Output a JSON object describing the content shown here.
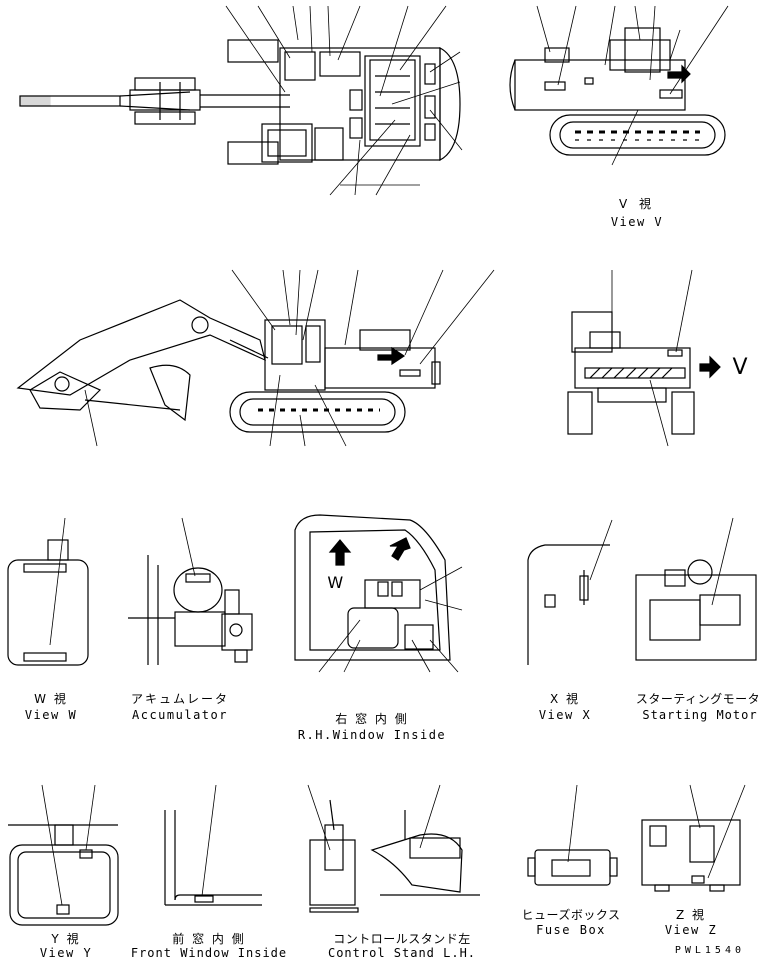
{
  "views": {
    "view_v": {
      "jp": "V 視",
      "en": "View V"
    },
    "marker_v": "V",
    "view_w": {
      "jp": "W 視",
      "en": "View W",
      "letter": "W"
    },
    "accumulator": {
      "jp": "アキュムレータ",
      "en": "Accumulator"
    },
    "rh_window": {
      "jp": "右 窓 内 側",
      "en": "R.H.Window Inside"
    },
    "view_x": {
      "jp": "X 視",
      "en": "View X"
    },
    "starting_motor": {
      "jp": "スターティングモータ",
      "en": "Starting Motor"
    },
    "view_y": {
      "jp": "Y 視",
      "en": "View Y"
    },
    "front_window": {
      "jp": "前 窓 内 側",
      "en": "Front Window Inside"
    },
    "control_stand": {
      "jp": "コントロールスタンド左",
      "en": "Control Stand L.H."
    },
    "fuse_box": {
      "jp": "ヒューズボックス",
      "en": "Fuse Box"
    },
    "view_z": {
      "jp": "Z 視",
      "en": "View Z"
    }
  },
  "drawing_code": "PWL1540",
  "colors": {
    "line": "#000000",
    "background": "#ffffff"
  }
}
